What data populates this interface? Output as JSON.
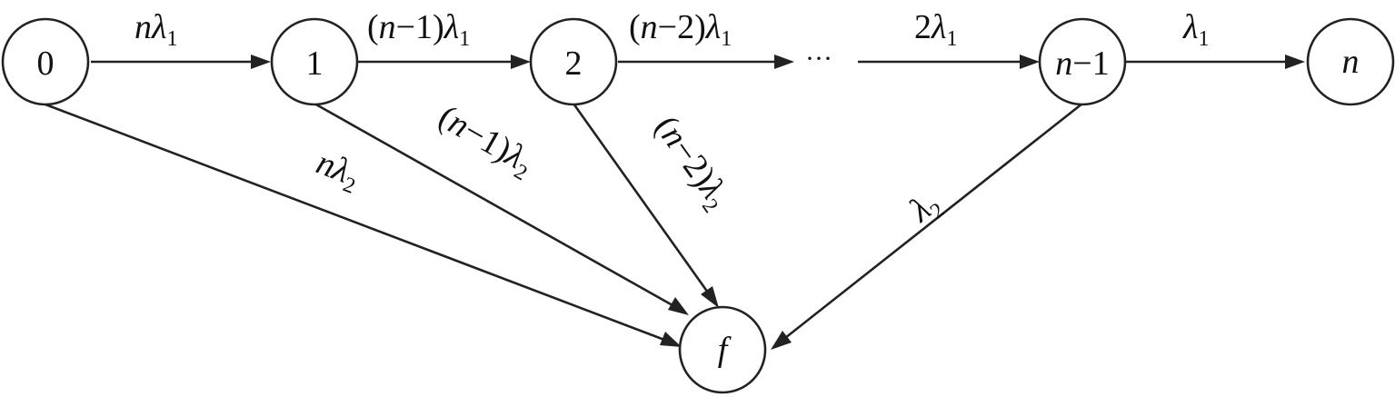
{
  "diagram": {
    "nodes": {
      "s0": "0",
      "s1": "1",
      "s2": "2",
      "s_nm1": "n−1",
      "s_n": "n",
      "f": "f"
    },
    "ellipsis": "···",
    "rates_top": {
      "r0": {
        "coef": "",
        "var": "n",
        "lam": "λ",
        "sub": "1"
      },
      "r1": {
        "coef": "(",
        "var": "n",
        "rest": "−1)",
        "lam": "λ",
        "sub": "1"
      },
      "r2": {
        "coef": "(",
        "var": "n",
        "rest": "−2)",
        "lam": "λ",
        "sub": "1"
      },
      "r3": {
        "coef": "2",
        "lam": "λ",
        "sub": "1"
      },
      "r4": {
        "lam": "λ",
        "sub": "1"
      }
    },
    "rates_fail": {
      "f0": {
        "var": "n",
        "lam": "λ",
        "sub": "2"
      },
      "f1": {
        "coef": "(",
        "var": "n",
        "rest": "−1)",
        "lam": "λ",
        "sub": "2"
      },
      "f2": {
        "coef": "(",
        "var": "n",
        "rest": "−2)",
        "lam": "λ",
        "sub": "2"
      },
      "f3": {
        "lam": "λ",
        "sub": "2"
      }
    }
  }
}
